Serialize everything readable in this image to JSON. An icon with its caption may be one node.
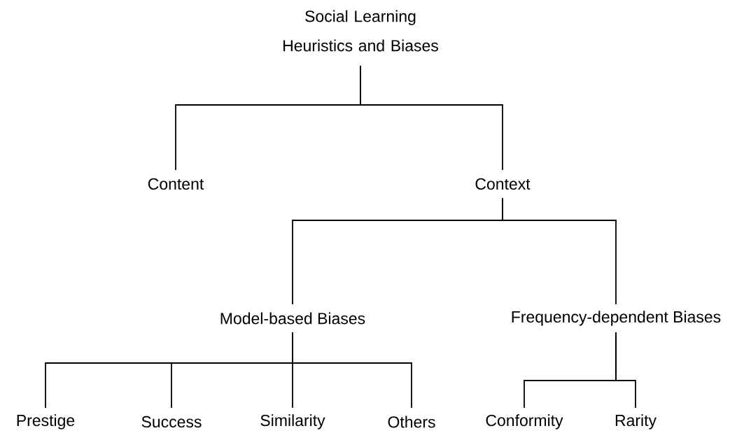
{
  "diagram": {
    "nodes": [
      {
        "text": [
          "Social Learning Heuristics and Biases"
        ]
      },
      {
        "text": [
          "Content"
        ]
      },
      {
        "text": [
          "Context"
        ]
      },
      {
        "text": [
          "Model-based Biases"
        ]
      },
      {
        "text": [
          "Frequency-dependent Biases"
        ]
      },
      {
        "text": [
          "Prestige"
        ]
      },
      {
        "text": [
          "Success"
        ]
      },
      {
        "text": [
          "Similarity"
        ]
      },
      {
        "text": [
          "Others"
        ]
      },
      {
        "text": [
          "Conformity"
        ]
      },
      {
        "text": [
          "Rarity"
        ]
      }
    ],
    "edges": [
      {
        "from": 0,
        "to": 1,
        "arrow": "none"
      },
      {
        "from": 0,
        "to": 2,
        "arrow": "none"
      },
      {
        "from": 2,
        "to": 3,
        "arrow": "none"
      },
      {
        "from": 2,
        "to": 4,
        "arrow": "none"
      },
      {
        "from": 3,
        "to": 5,
        "arrow": "none"
      },
      {
        "from": 3,
        "to": 6,
        "arrow": "none"
      },
      {
        "from": 3,
        "to": 7,
        "arrow": "none"
      },
      {
        "from": 3,
        "to": 8,
        "arrow": "none"
      },
      {
        "from": 4,
        "to": 9,
        "arrow": "none"
      },
      {
        "from": 4,
        "to": 10,
        "arrow": "none"
      }
    ]
  }
}
